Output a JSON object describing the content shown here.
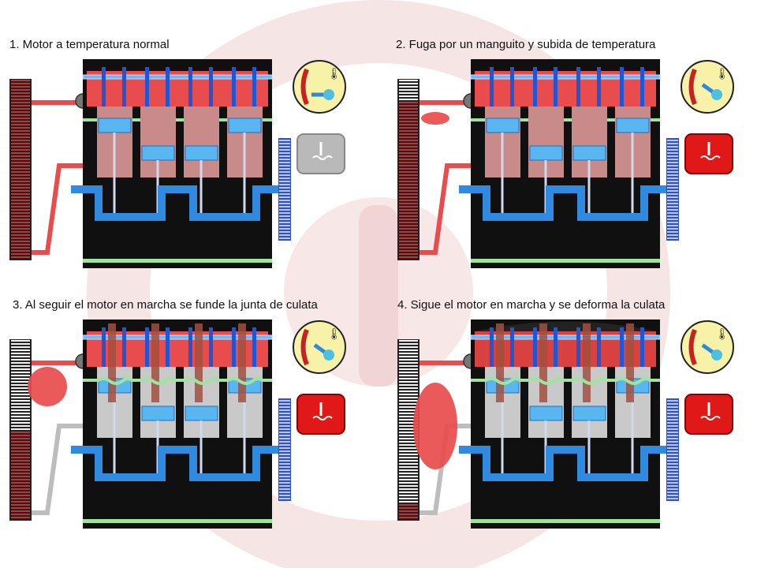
{
  "panels": [
    {
      "caption": "1. Motor a temperatura normal",
      "warning_state": "off",
      "radiator_fill_level": 1.0,
      "leak": "none",
      "gasket_failed": false,
      "head_deformed": false,
      "coolant_color": "#e84c4c"
    },
    {
      "caption": "2. Fuga por un manguito y subida de temperatura",
      "warning_state": "on",
      "radiator_fill_level": 0.88,
      "leak": "small",
      "gasket_failed": false,
      "head_deformed": false,
      "coolant_color": "#e84c4c"
    },
    {
      "caption": "3. Al seguir el motor en marcha se funde la junta de culata",
      "warning_state": "on",
      "radiator_fill_level": 0.5,
      "leak": "medium",
      "gasket_failed": true,
      "head_deformed": false,
      "coolant_color": "#e84c4c"
    },
    {
      "caption": "4. Sigue el motor en marcha y se deforma la culata",
      "warning_state": "on",
      "radiator_fill_level": 0.1,
      "leak": "large",
      "gasket_failed": true,
      "head_deformed": true,
      "coolant_color": "#e84c4c"
    }
  ],
  "colors": {
    "coolant": "#e84c4c",
    "engine_block": "#101010",
    "valve_blue": "#1f56d6",
    "oil_blue": "#2f8ae0",
    "gauge_face": "#f7f2a8",
    "warning_on": "#e01818",
    "warning_off": "#b9b9b9",
    "gasket_green": "#9fe39f",
    "watermark": "#f3dede"
  },
  "icons": [
    "radiator-icon",
    "thermostat-icon",
    "temperature-gauge-icon",
    "coolant-warning-light-icon",
    "engine-block-icon",
    "flywheel-icon"
  ]
}
